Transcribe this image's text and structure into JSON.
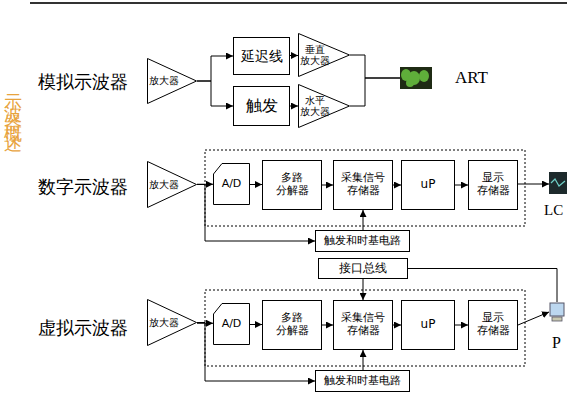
{
  "diagram": {
    "nodes": [
      {
        "text": [
          "放大器"
        ]
      },
      {
        "text": [
          "延迟线"
        ]
      },
      {
        "text": [
          "垂直 放大器"
        ]
      },
      {
        "text": [
          "触发"
        ]
      },
      {
        "text": [
          "水平 放大器"
        ]
      },
      {
        "text": [
          "ART"
        ]
      },
      {
        "text": [
          "放大器"
        ]
      },
      {
        "text": [
          "A/D"
        ]
      },
      {
        "text": [
          "多路 分解器"
        ]
      },
      {
        "text": [
          "采集信号 存储器"
        ]
      },
      {
        "text": [
          "uP"
        ]
      },
      {
        "text": [
          "显示 存储器"
        ]
      },
      {
        "text": [
          "LC"
        ]
      },
      {
        "text": [
          "触发和时基电路"
        ]
      },
      {
        "text": [
          "接口总线"
        ]
      },
      {
        "text": [
          "放大器"
        ]
      },
      {
        "text": [
          "A/D"
        ]
      },
      {
        "text": [
          "多路 分解器"
        ]
      },
      {
        "text": [
          "采集信号 存储器"
        ]
      },
      {
        "text": [
          "uP"
        ]
      },
      {
        "text": [
          "显示 存储器"
        ]
      },
      {
        "text": [
          "P"
        ]
      },
      {
        "text": [
          "触发和时基电路"
        ]
      }
    ],
    "edges": [
      {
        "from": 0,
        "to": 1,
        "arrow": "to"
      },
      {
        "from": 0,
        "to": 3,
        "arrow": "to"
      },
      {
        "from": 1,
        "to": 2,
        "arrow": "to"
      },
      {
        "from": 3,
        "to": 4,
        "arrow": "to"
      },
      {
        "from": 2,
        "to": 5,
        "arrow": "none"
      },
      {
        "from": 4,
        "to": 5,
        "arrow": "none"
      },
      {
        "from": 6,
        "to": 7,
        "arrow": "to"
      },
      {
        "from": 7,
        "to": 8,
        "arrow": "to"
      },
      {
        "from": 8,
        "to": 9,
        "arrow": "to"
      },
      {
        "from": 9,
        "to": 10,
        "arrow": "to"
      },
      {
        "from": 10,
        "to": 11,
        "arrow": "to"
      },
      {
        "from": 11,
        "to": 12,
        "arrow": "to"
      },
      {
        "from": 6,
        "to": 13,
        "arrow": "to"
      },
      {
        "from": 13,
        "to": 9,
        "arrow": "to"
      },
      {
        "from": 14,
        "to": 18,
        "arrow": "to"
      },
      {
        "from": 14,
        "to": 21,
        "arrow": "none"
      },
      {
        "from": 15,
        "to": 16,
        "arrow": "to"
      },
      {
        "from": 16,
        "to": 17,
        "arrow": "to"
      },
      {
        "from": 17,
        "to": 18,
        "arrow": "to"
      },
      {
        "from": 18,
        "to": 19,
        "arrow": "to"
      },
      {
        "from": 19,
        "to": 20,
        "arrow": "to"
      },
      {
        "from": 20,
        "to": 21,
        "arrow": "to"
      },
      {
        "from": 15,
        "to": 22,
        "arrow": "to"
      },
      {
        "from": 22,
        "to": 18,
        "arrow": "to"
      }
    ],
    "labels": [
      "示波器概述",
      "模拟示波器",
      "数字示波器",
      "虚拟示波器"
    ]
  }
}
